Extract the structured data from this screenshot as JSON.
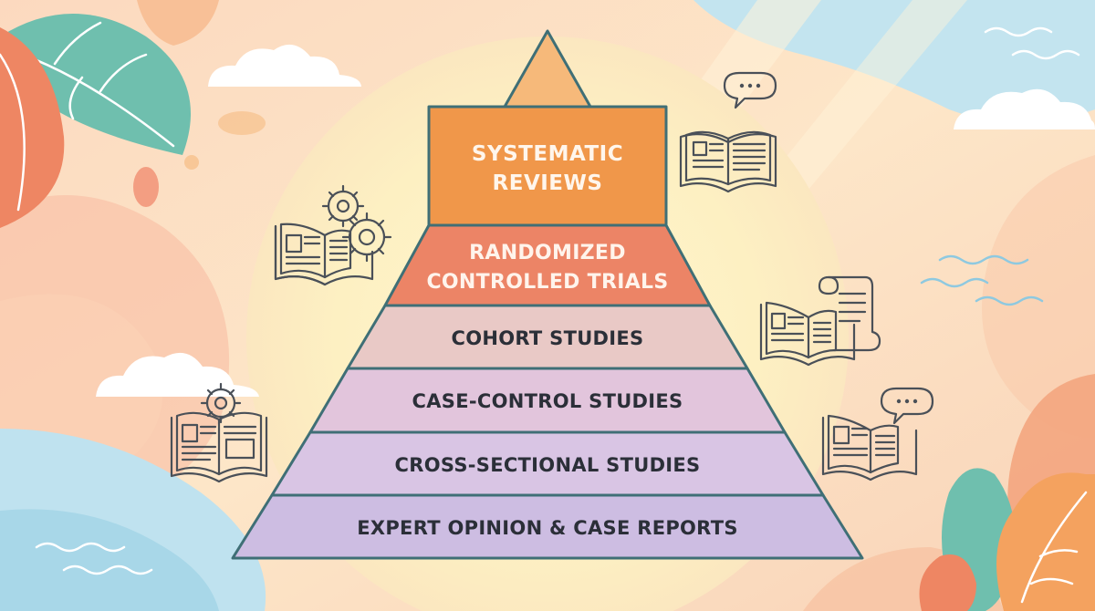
{
  "pyramid": {
    "levels": [
      {
        "id": "systematic-reviews",
        "lines": [
          "SYSTEMATIC",
          "REVIEWS"
        ],
        "color": "#f0974a"
      },
      {
        "id": "randomized-controlled-trials",
        "lines": [
          "RANDOMIZED",
          "CONTROLLED TRIALS"
        ],
        "color": "#ec8466"
      },
      {
        "id": "cohort-studies",
        "lines": [
          "COHORT STUDIES"
        ],
        "color": "#e9c9c6"
      },
      {
        "id": "case-control-studies",
        "lines": [
          "CASE-CONTROL STUDIES"
        ],
        "color": "#e2c5dc"
      },
      {
        "id": "cross-sectional-studies",
        "lines": [
          "CROSS-SECTIONAL STUDIES"
        ],
        "color": "#d9c5e4"
      },
      {
        "id": "expert-opinion-case-reports",
        "lines": [
          "EXPERT OPINION & CASE REPORTS"
        ],
        "color": "#cdbde2"
      }
    ],
    "apex_color": "#f6b97a",
    "outline_color": "#3f6f76"
  },
  "decorations": {
    "icons": [
      "book-speech-bubble-icon",
      "book-gears-icon",
      "book-scroll-icon",
      "book-gear-icon",
      "book-speech-bubble-icon"
    ],
    "palette": {
      "sun": "#fdf0c2",
      "leaf_teal": "#6fbfae",
      "leaf_coral": "#ef8a66",
      "sky_blue": "#bfe2ef",
      "cloud": "#ffffff"
    }
  }
}
